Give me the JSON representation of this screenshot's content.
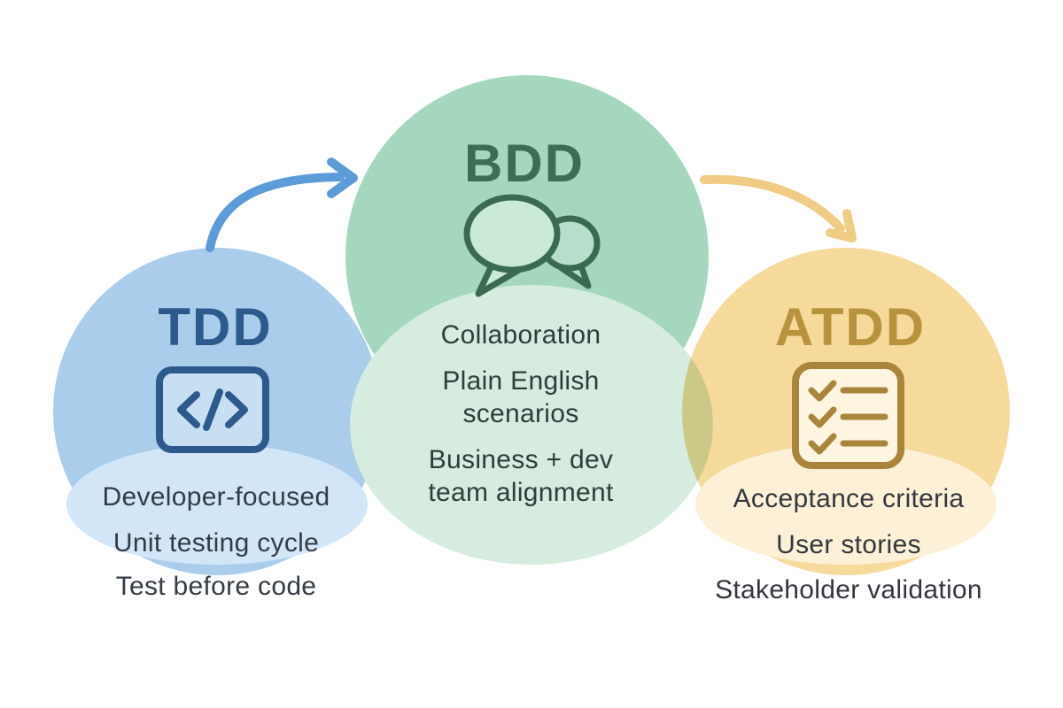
{
  "diagram": {
    "background": "#ffffff",
    "groups": [
      {
        "id": "tdd",
        "title": "TDD",
        "icon": "code-icon",
        "lines": [
          [
            "Developer-focused"
          ],
          [
            "Unit testing cycle"
          ],
          [
            "Test before code"
          ]
        ],
        "colors": {
          "circle": "#a9cdea",
          "inner_highlight": "#d3e6f7",
          "title": "#2d5a8c",
          "icon_stroke": "#2d5a8c",
          "icon_fill": "#c8def2",
          "text": "#333c46"
        }
      },
      {
        "id": "bdd",
        "title": "BDD",
        "icon": "chat-bubbles-icon",
        "lines": [
          [
            "Collaboration"
          ],
          [
            "Plain English",
            "scenarios"
          ],
          [
            "Business + dev",
            "team alignment"
          ]
        ],
        "colors": {
          "circle": "#a4d7be",
          "inner_highlight": "#d5ecdf",
          "title": "#3d6e55",
          "icon_stroke": "#3a6b52",
          "icon_fill": "#cbe9d7",
          "icon_fill_alt": "#b7deca",
          "text": "#2f3e3a"
        }
      },
      {
        "id": "atdd",
        "title": "ATDD",
        "icon": "checklist-icon",
        "lines": [
          [
            "Acceptance criteria"
          ],
          [
            "User stories"
          ],
          [
            "Stakeholder validation"
          ]
        ],
        "colors": {
          "circle": "#f5da9c",
          "inner_highlight": "#fcf1d7",
          "title": "#b8923c",
          "icon_stroke": "#a9853c",
          "icon_fill": "#fdf5e0",
          "text": "#33383f"
        }
      }
    ],
    "arrows": [
      {
        "id": "tdd-to-bdd",
        "from": "tdd",
        "to": "bdd",
        "color": "#5b9bd8"
      },
      {
        "id": "bdd-to-atdd",
        "from": "bdd",
        "to": "atdd",
        "color": "#efcb83"
      }
    ]
  }
}
